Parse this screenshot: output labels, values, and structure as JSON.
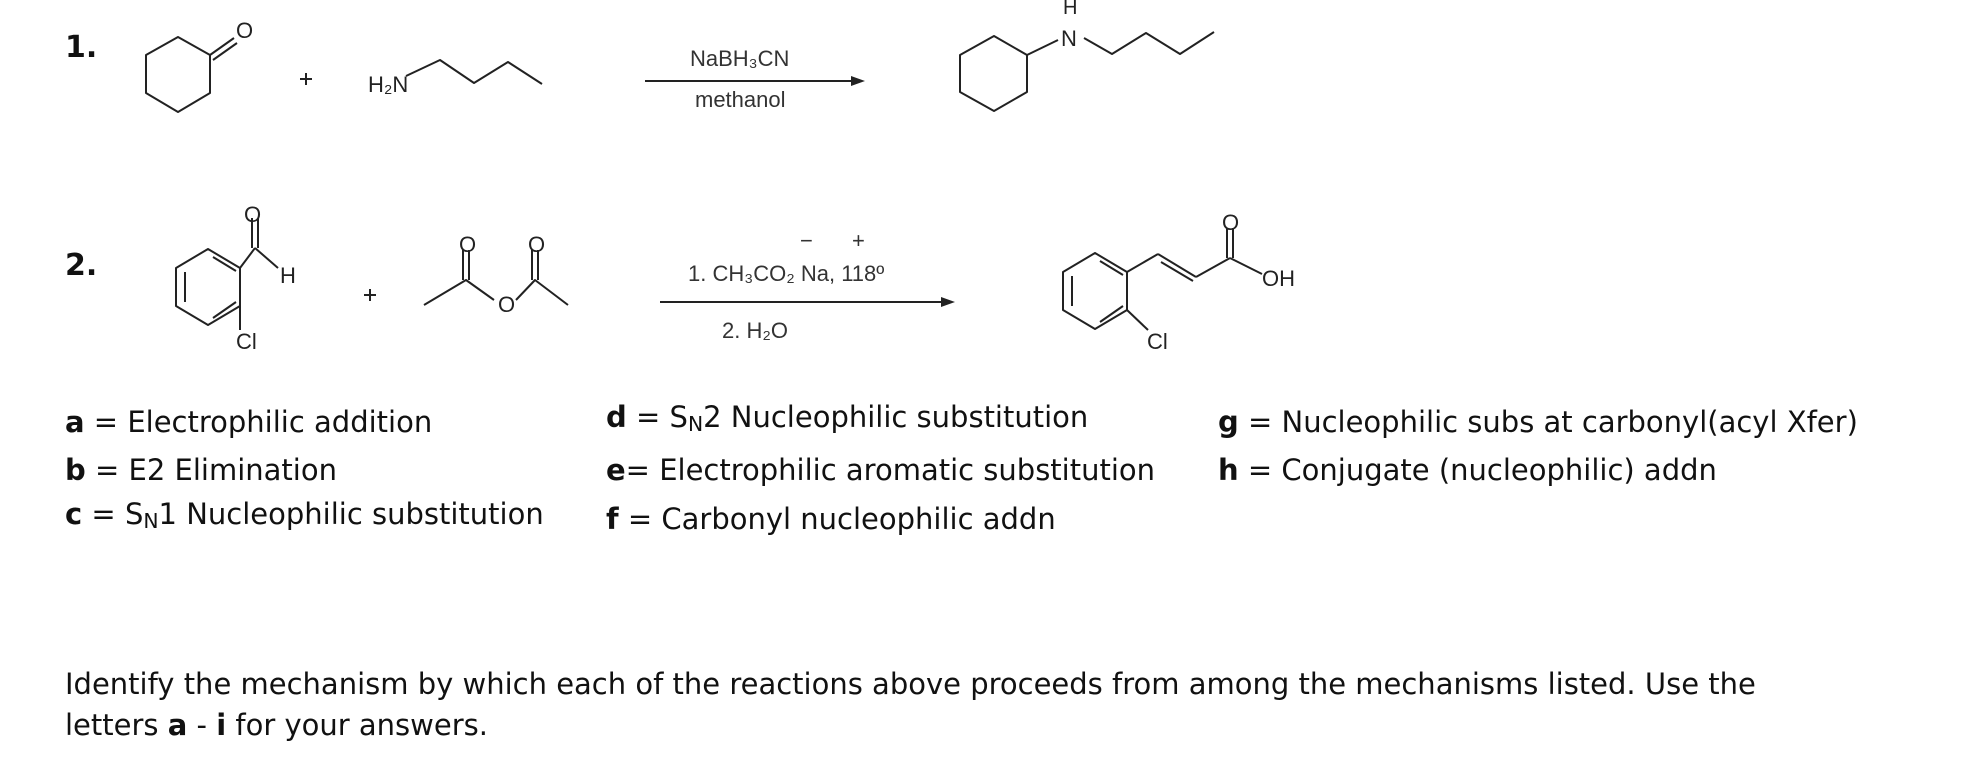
{
  "reactions": [
    {
      "number": "1.",
      "reagent_amine": "H₂N",
      "conditions_above": "NaBH₃CN",
      "conditions_below": "methanol",
      "product_nh": "N",
      "product_h": "H"
    },
    {
      "number": "2.",
      "reactant_ald_h": "H",
      "reactant_cl": "Cl",
      "conditions_line1": "1. CH₃CO₂  Na,  118º",
      "conditions_minus": "−",
      "conditions_plus": "+",
      "conditions_line2": "2.  H₂O",
      "product_oh": "OH",
      "product_cl": "Cl"
    }
  ],
  "mechanisms": [
    {
      "letter": "a",
      "sep": " = ",
      "text": "Electrophilic addition"
    },
    {
      "letter": "b",
      "sep": " = ",
      "text": "E2 Elimination"
    },
    {
      "letter": "c",
      "sep": " = ",
      "pre": "S",
      "sub": "N",
      "text": "1 Nucleophilic substitution"
    },
    {
      "letter": "d",
      "sep": " = ",
      "pre": "S",
      "sub": "N",
      "text": "2 Nucleophilic substitution"
    },
    {
      "letter": "e",
      "sep": "= ",
      "text": "Electrophilic aromatic substitution"
    },
    {
      "letter": "f",
      "sep": " = ",
      "text": "Carbonyl nucleophilic addn"
    },
    {
      "letter": "g",
      "sep": " = ",
      "text": "Nucleophilic subs at carbonyl(acyl Xfer)"
    },
    {
      "letter": "h",
      "sep": " = ",
      "text": "Conjugate (nucleophilic) addn"
    }
  ],
  "instructions": {
    "line1": "Identify the mechanism by which each of the reactions above proceeds from among the mechanisms listed. Use the",
    "line2_pre": "letters ",
    "range_start": "a",
    "range_dash": " - ",
    "range_end": "i",
    "line2_post": " for your answers."
  }
}
